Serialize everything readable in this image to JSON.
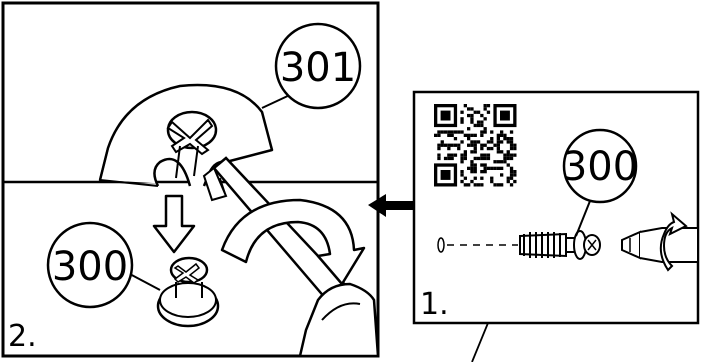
{
  "panel_left": {
    "step_label": "2.",
    "callout_top": "301",
    "callout_bottom": "300"
  },
  "panel_right": {
    "step_label": "1.",
    "callout": "300"
  },
  "icons": {
    "qr_code": "qr-code-icon",
    "direction_arrow": "left-arrow-icon",
    "down_arrow": "down-arrow-icon",
    "rotation_arrow": "rotate-cw-icon"
  }
}
